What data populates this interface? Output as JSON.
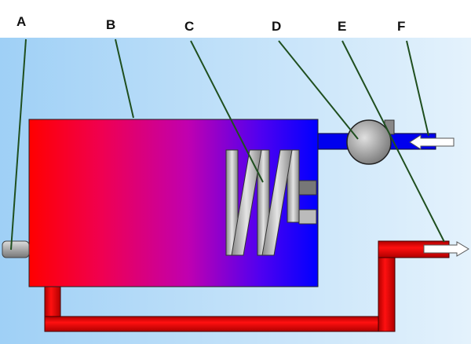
{
  "labels": [
    "A",
    "B",
    "C",
    "D",
    "E",
    "F"
  ],
  "colors": {
    "hot": "#ff0000",
    "cold": "#0000ff",
    "pipe_dark": "#a00000",
    "leader": "#1f4f1f",
    "background_left": "#9fd0f6",
    "background_right": "#e4f2fc"
  }
}
